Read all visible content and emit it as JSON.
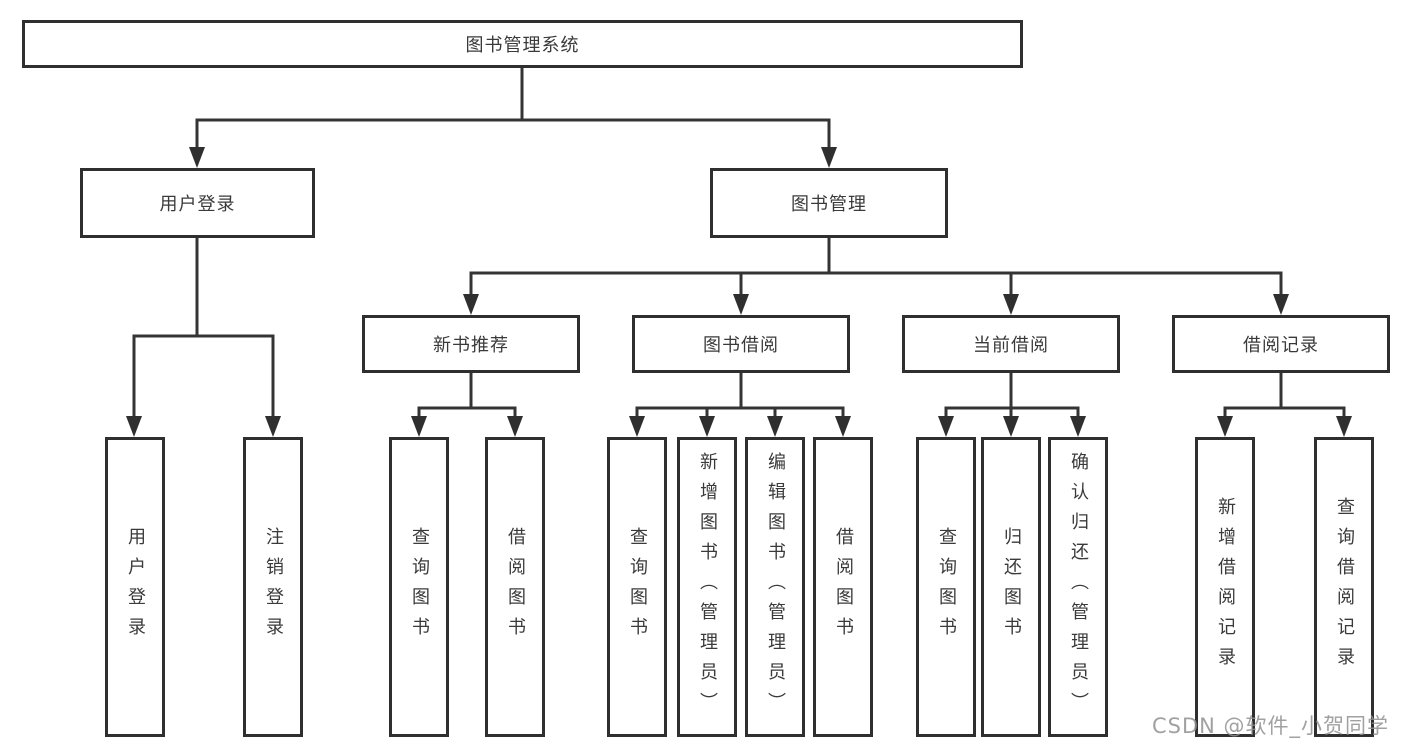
{
  "tree": {
    "label": "图书管理系统",
    "children": [
      {
        "label": "用户登录",
        "children": [
          {
            "label": "用户登录"
          },
          {
            "label": "注销登录"
          }
        ]
      },
      {
        "label": "图书管理",
        "children": [
          {
            "label": "新书推荐",
            "children": [
              {
                "label": "查询图书"
              },
              {
                "label": "借阅图书"
              }
            ]
          },
          {
            "label": "图书借阅",
            "children": [
              {
                "label": "查询图书"
              },
              {
                "label": "新增图书（管理员）"
              },
              {
                "label": "编辑图书（管理员）"
              },
              {
                "label": "借阅图书"
              }
            ]
          },
          {
            "label": "当前借阅",
            "children": [
              {
                "label": "查询图书"
              },
              {
                "label": "归还图书"
              },
              {
                "label": "确认归还（管理员）"
              }
            ]
          },
          {
            "label": "借阅记录",
            "children": [
              {
                "label": "新增借阅记录"
              },
              {
                "label": "查询借阅记录"
              }
            ]
          }
        ]
      }
    ]
  },
  "watermark": {
    "text": "CSDN @软件_小贺同学"
  },
  "colors": {
    "background": "#ffffff",
    "box_border": "#2f2f2f",
    "connector_line": "#343434",
    "text": "#3a3a3a",
    "watermark_text": "#919191"
  }
}
